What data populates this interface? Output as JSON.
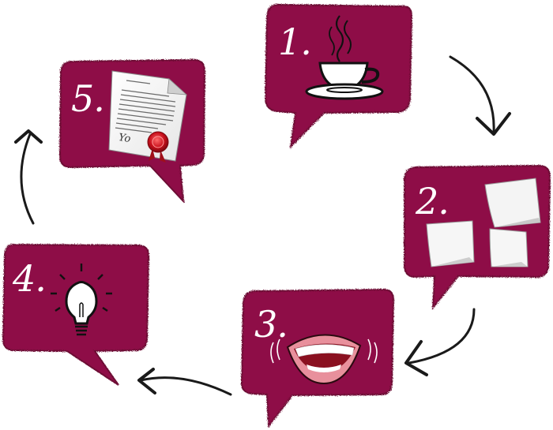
{
  "theme": {
    "bubble_color": "#8e1046",
    "bubble_edge": "#6d0a34",
    "arrow_color": "#1a1a1a",
    "icon_color": "#111111"
  },
  "steps": [
    {
      "label": "1.",
      "icon": "coffee-cup-icon"
    },
    {
      "label": "2.",
      "icon": "sticky-notes-icon"
    },
    {
      "label": "3.",
      "icon": "smiling-mouth-icon"
    },
    {
      "label": "4.",
      "icon": "light-bulb-icon"
    },
    {
      "label": "5.",
      "icon": "signed-document-icon"
    }
  ],
  "document_signature": "Yo"
}
